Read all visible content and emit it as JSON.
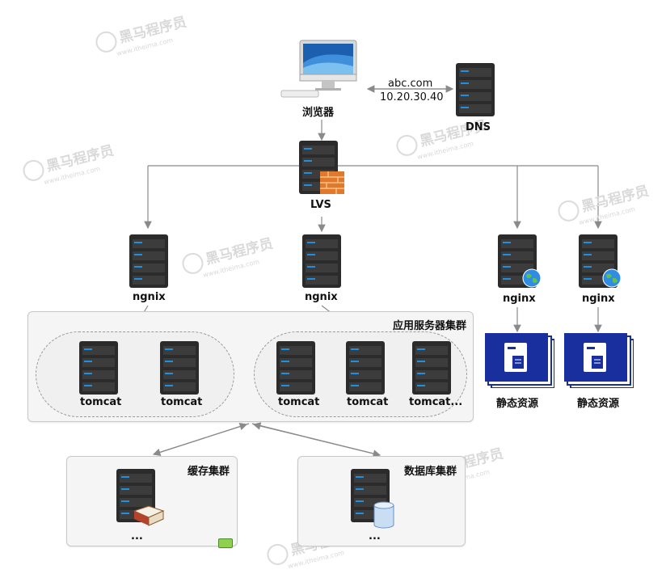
{
  "browser": {
    "label": "浏览器"
  },
  "dns": {
    "label": "DNS",
    "domain": "abc.com",
    "ip": "10.20.30.40"
  },
  "lvs": {
    "label": "LVS"
  },
  "nginx_nodes": [
    {
      "label": "ngnix"
    },
    {
      "label": "ngnix"
    },
    {
      "label": "nginx"
    },
    {
      "label": "nginx"
    }
  ],
  "app_cluster": {
    "title": "应用服务器集群",
    "tomcats": [
      {
        "label": "tomcat"
      },
      {
        "label": "tomcat"
      },
      {
        "label": "tomcat"
      },
      {
        "label": "tomcat"
      },
      {
        "label": "tomcat..."
      }
    ]
  },
  "static_resources": [
    {
      "label": "静态资源"
    },
    {
      "label": "静态资源"
    }
  ],
  "cache_cluster": {
    "title": "缓存集群",
    "ellipsis": "..."
  },
  "db_cluster": {
    "title": "数据库集群",
    "ellipsis": "..."
  },
  "watermark": {
    "text": "黑马程序员",
    "sub": "www.itheima.com"
  },
  "colors": {
    "server_dark": "#2b2b2b",
    "server_blue": "#1f8fe0",
    "static_blue": "#1a2f9e",
    "arrow": "#8a8a8a"
  }
}
